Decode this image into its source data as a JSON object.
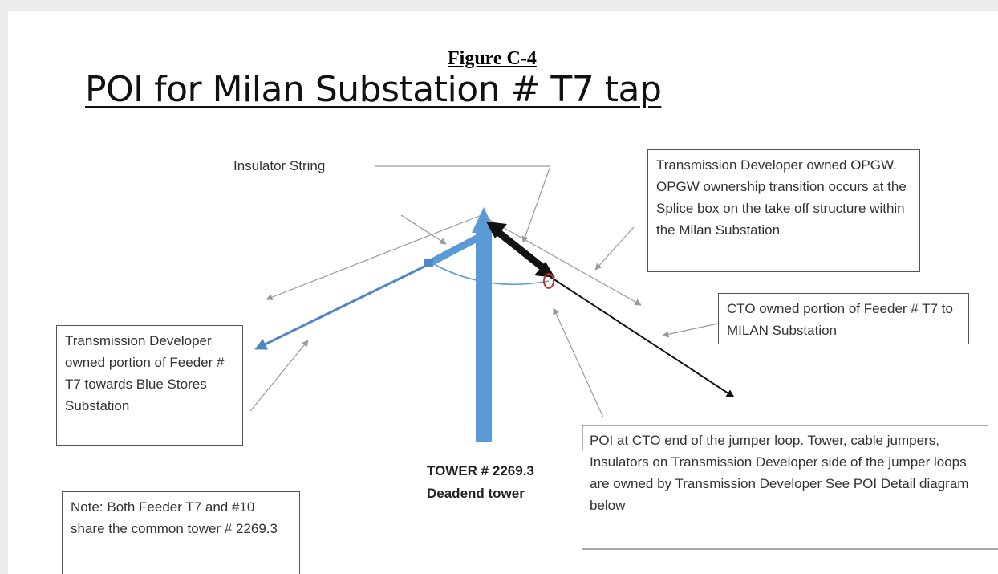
{
  "figure_label": "Figure C-4",
  "title": "POI for Milan Substation # T7  tap",
  "labels": {
    "insulator_string": "Insulator String",
    "opgw": "Transmission Developer owned OPGW. OPGW ownership transition occurs at the Splice box on the take off structure within the Milan Substation",
    "cto_portion": "CTO owned portion of Feeder # T7 to MILAN Substation",
    "td_portion": "Transmission Developer owned portion of Feeder # T7 towards Blue Stores Substation",
    "poi_note": "POI at CTO end of the jumper loop. Tower, cable jumpers, Insulators on Transmission Developer side of the jumper loops are owned by Transmission Developer See POI Detail diagram below",
    "tower_number": "TOWER # 2269.3",
    "tower_type": "Deadend tower",
    "note": "Note: Both Feeder T7 and #10 share the common tower # 2269.3"
  },
  "colors": {
    "tower_blue": "#5b9bd5",
    "line_blue": "#4f86c6",
    "cto_black": "#111111",
    "jumper_red": "#c0392b",
    "leader_gray": "#9a9a9a"
  }
}
